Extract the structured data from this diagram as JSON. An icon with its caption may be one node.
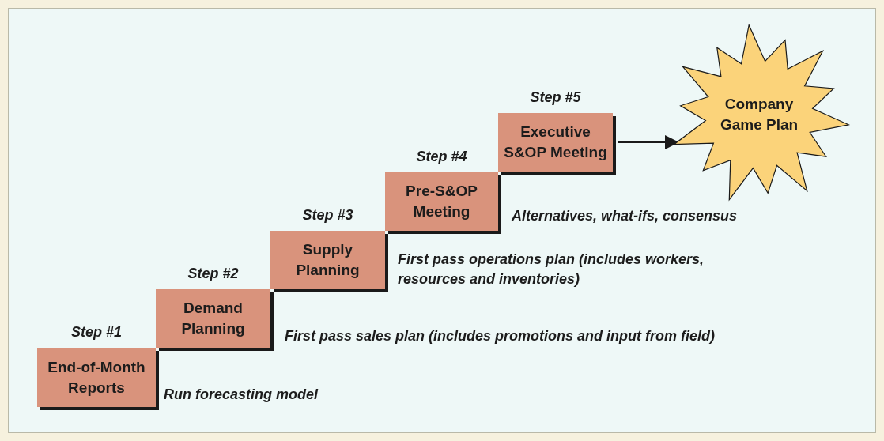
{
  "diagram": {
    "nodes": [
      {
        "text": [
          "Step #1",
          "End-of-Month Reports"
        ],
        "beside": [
          "Run forecasting model"
        ]
      },
      {
        "text": [
          "Step #2",
          "Demand Planning"
        ],
        "beside": [
          "First pass sales plan (includes promotions and input from field)"
        ]
      },
      {
        "text": [
          "Step #3",
          "Supply Planning"
        ],
        "beside": [
          "First pass operations plan (includes workers, resources and inventories)"
        ]
      },
      {
        "text": [
          "Step #4",
          "Pre-S&OP Meeting"
        ],
        "beside": [
          "Alternatives, what-ifs, consensus"
        ]
      },
      {
        "text": [
          "Step #5",
          "Executive S&OP Meeting"
        ]
      },
      {
        "text": [
          "Company Game Plan"
        ]
      }
    ],
    "edges": [
      {
        "from": 4,
        "to": 5,
        "arrow": "to"
      }
    ]
  }
}
